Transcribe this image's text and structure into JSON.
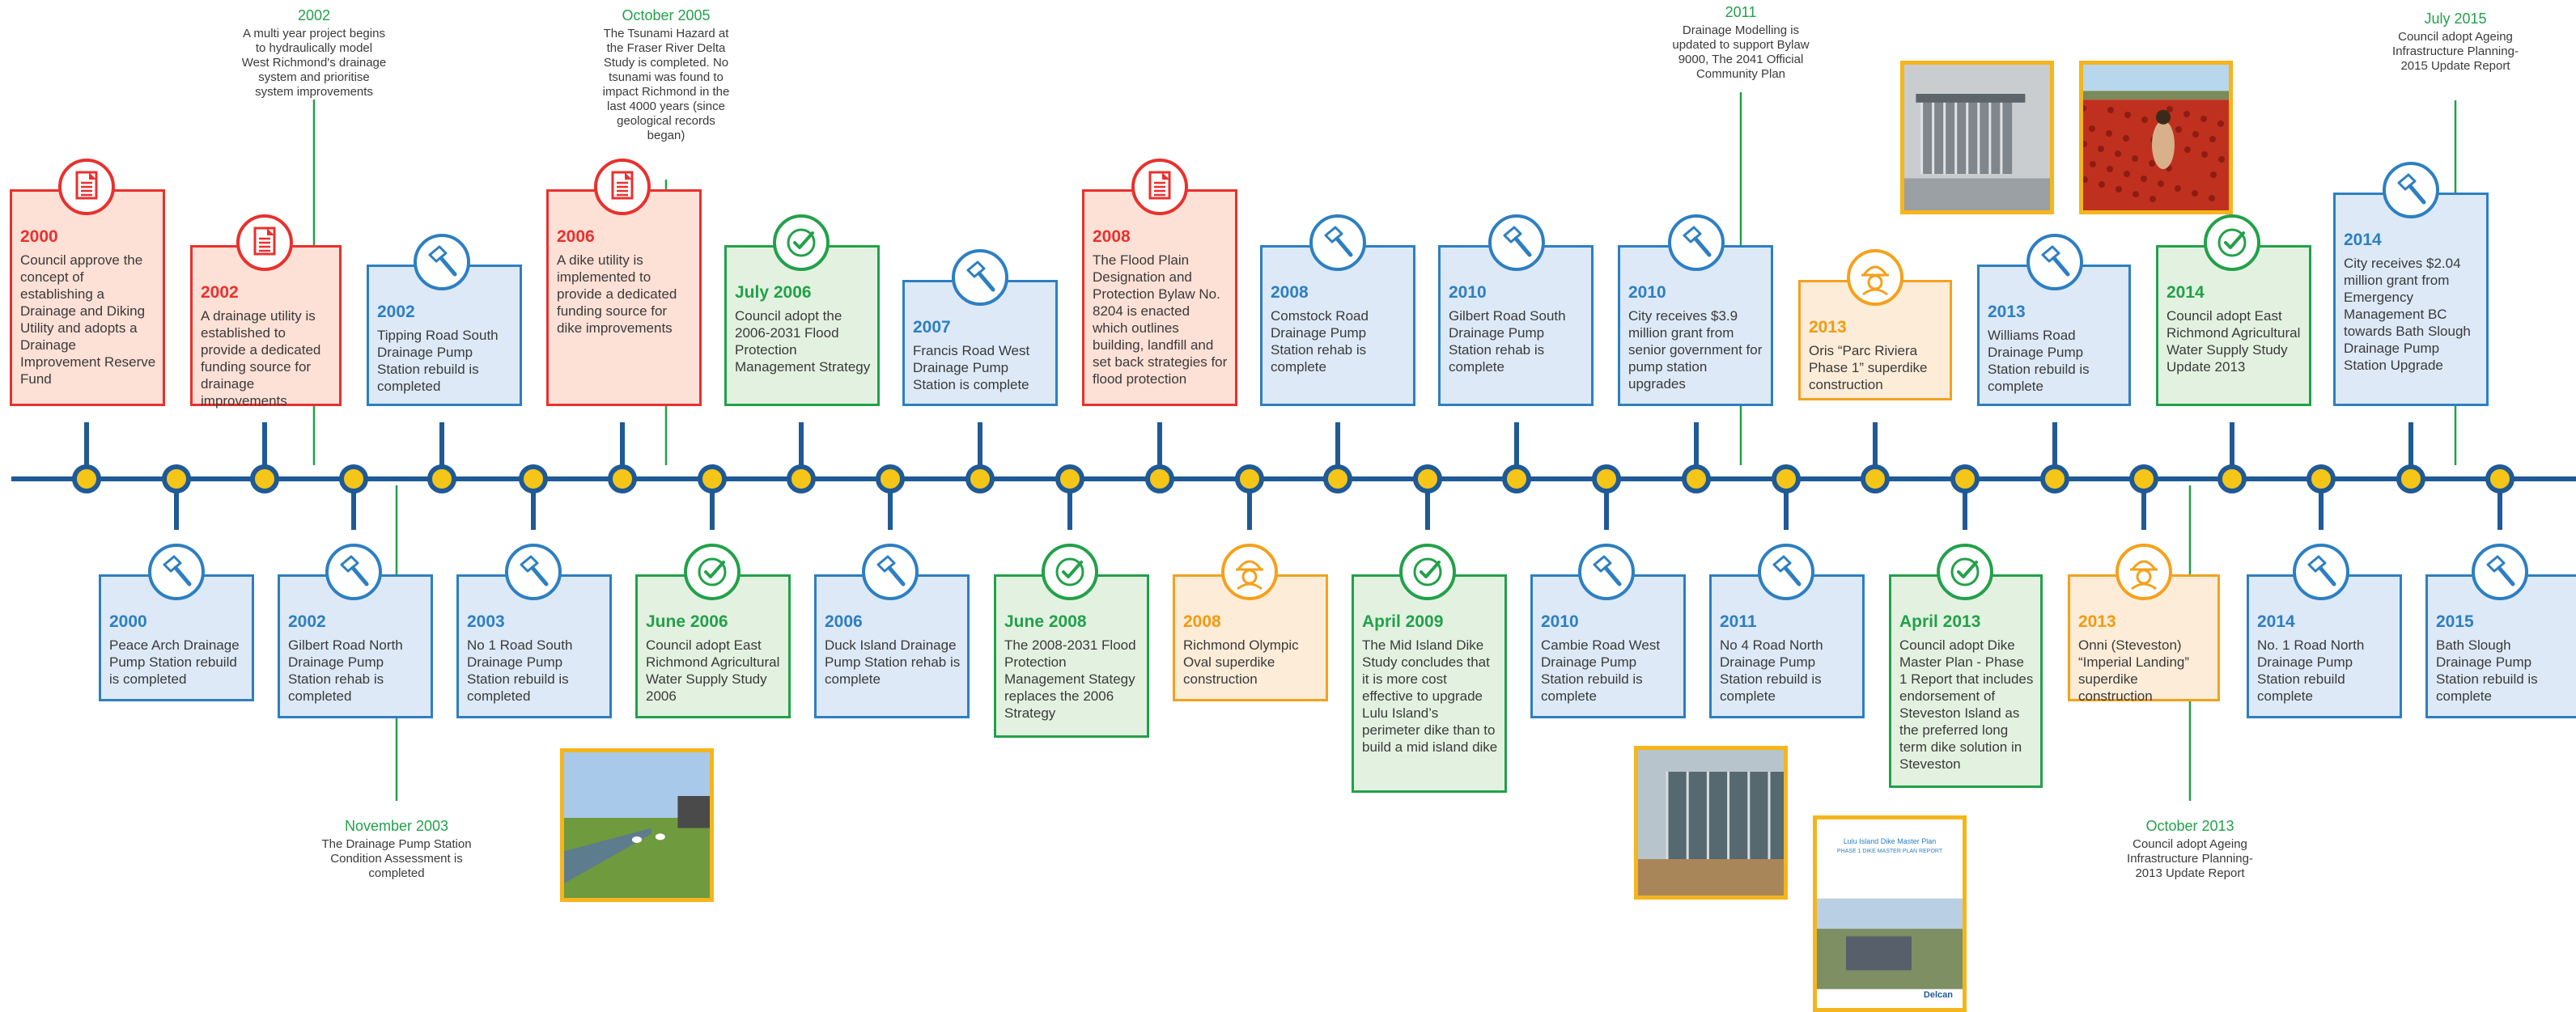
{
  "colors": {
    "red": "#e8312e",
    "blue": "#2d7fc1",
    "green": "#22a14a",
    "orange": "#f5a11c",
    "timeline": "#1f5a96",
    "node": "#f5c518"
  },
  "events": [
    {
      "year": "2000",
      "text": "Council approve the concept of establishing a Drainage and Diking Utility and adopts a Drainage Improvement Reserve Fund",
      "color": "red",
      "icon": "document-icon"
    },
    {
      "year": "2002",
      "text": "A drainage utility is established to provide a dedicated funding source for drainage improvements",
      "color": "red",
      "icon": "document-icon"
    },
    {
      "year": "2002",
      "text": "Tipping Road South Drainage Pump Station rebuild is completed",
      "color": "blue",
      "icon": "hammer-icon"
    },
    {
      "year": "2006",
      "text": "A dike utility is implemented to provide a dedicated funding source for dike improvements",
      "color": "red",
      "icon": "document-icon"
    },
    {
      "year": "July 2006",
      "text": "Council adopt the 2006-2031 Flood Protection Management Strategy",
      "color": "green",
      "icon": "checkmark-icon"
    },
    {
      "year": "2007",
      "text": "Francis Road West Drainage Pump Station is complete",
      "color": "blue",
      "icon": "hammer-icon"
    },
    {
      "year": "2008",
      "text": "The Flood Plain Designation and Protection Bylaw No. 8204 is enacted which outlines building, landfill and set back strategies for flood protection",
      "color": "red",
      "icon": "document-icon"
    },
    {
      "year": "2008",
      "text": "Comstock Road Drainage Pump Station rehab is complete",
      "color": "blue",
      "icon": "hammer-icon"
    },
    {
      "year": "2010",
      "text": "Gilbert Road South Drainage Pump Station rehab is complete",
      "color": "blue",
      "icon": "hammer-icon"
    },
    {
      "year": "2010",
      "text": "City receives $3.9 million grant from senior government for pump station upgrades",
      "color": "blue",
      "icon": "hammer-icon"
    },
    {
      "year": "2013",
      "text": "Oris “Parc Riviera Phase 1” superdike construction",
      "color": "orange",
      "icon": "construction-worker-icon"
    },
    {
      "year": "2013",
      "text": "Williams Road Drainage Pump Station rebuild is complete",
      "color": "blue",
      "icon": "hammer-icon"
    },
    {
      "year": "2014",
      "text": "Council adopt East Richmond Agricultural Water Supply Study Update 2013",
      "color": "green",
      "icon": "checkmark-icon"
    },
    {
      "year": "2014",
      "text": "City receives $2.04 million grant from Emergency Management BC towards Bath Slough Drainage Pump Station Upgrade",
      "color": "blue",
      "icon": "hammer-icon"
    },
    {
      "year": "2000",
      "text": "Peace Arch Drainage Pump Station rebuild is completed",
      "color": "blue",
      "icon": "hammer-icon"
    },
    {
      "year": "2002",
      "text": "Gilbert Road North Drainage Pump Station rehab is completed",
      "color": "blue",
      "icon": "hammer-icon"
    },
    {
      "year": "2003",
      "text": "No 1 Road South Drainage Pump Station rebuild is completed",
      "color": "blue",
      "icon": "hammer-icon"
    },
    {
      "year": "June 2006",
      "text": "Council adopt East Richmond Agricultural Water Supply Study 2006",
      "color": "green",
      "icon": "checkmark-icon"
    },
    {
      "year": "2006",
      "text": "Duck Island Drainage Pump Station rehab is complete",
      "color": "blue",
      "icon": "hammer-icon"
    },
    {
      "year": "June 2008",
      "text": "The 2008-2031 Flood Protection Management Stategy replaces the 2006 Strategy",
      "color": "green",
      "icon": "checkmark-icon"
    },
    {
      "year": "2008",
      "text": "Richmond Olympic Oval superdike construction",
      "color": "orange",
      "icon": "construction-worker-icon"
    },
    {
      "year": "April 2009",
      "text": "The Mid Island Dike Study concludes that it is more cost effective to upgrade Lulu Island’s perimeter dike than to build a mid island dike",
      "color": "green",
      "icon": "checkmark-icon"
    },
    {
      "year": "2010",
      "text": "Cambie Road West Drainage Pump Station rebuild is complete",
      "color": "blue",
      "icon": "hammer-icon"
    },
    {
      "year": "2011",
      "text": "No 4 Road North Drainage Pump Station rebuild is complete",
      "color": "blue",
      "icon": "hammer-icon"
    },
    {
      "year": "April 2013",
      "text": "Council adopt Dike Master Plan - Phase 1 Report that includes endorsement of Steveston Island as the preferred long term dike solution in Steveston",
      "color": "green",
      "icon": "checkmark-icon"
    },
    {
      "year": "2013",
      "text": "Onni (Steveston) “Imperial Landing” superdike construction",
      "color": "orange",
      "icon": "construction-worker-icon"
    },
    {
      "year": "2014",
      "text": "No. 1 Road North Drainage Pump Station rebuild complete",
      "color": "blue",
      "icon": "hammer-icon"
    },
    {
      "year": "2015",
      "text": "Bath Slough Drainage Pump Station rebuild is complete",
      "color": "blue",
      "icon": "hammer-icon"
    }
  ],
  "notes": [
    {
      "title": "2002",
      "text": "A multi year project begins to hydraulically model West Richmond's drainage system and prioritise system improvements"
    },
    {
      "title": "October 2005",
      "text": "The Tsunami Hazard at the Fraser River Delta Study is completed. No tsunami was found to impact Richmond in the last 4000 years (since geological records began)"
    },
    {
      "title": "2011",
      "text": "Drainage Modelling is updated to support Bylaw 9000, The 2041 Official Community Plan"
    },
    {
      "title": "July 2015",
      "text": "Council adopt Ageing Infrastructure Planning- 2015 Update Report"
    },
    {
      "title": "November 2003",
      "text": "The Drainage Pump Station Condition Assessment is completed"
    },
    {
      "title": "October 2013",
      "text": "Council adopt Ageing Infrastructure Planning- 2013 Update Report"
    }
  ],
  "photos": [
    {
      "subject": "pump-station-building"
    },
    {
      "subject": "cranberry-field-worker"
    },
    {
      "subject": "farm-field-with-ditch"
    },
    {
      "subject": "glass-pump-station"
    },
    {
      "subject": "dike-master-plan-report-cover"
    }
  ],
  "report_cover": {
    "title": "Lulu Island Dike Master Plan",
    "subtitle": "PHASE 1 DIKE MASTER PLAN REPORT",
    "publisher": "Delcan"
  }
}
